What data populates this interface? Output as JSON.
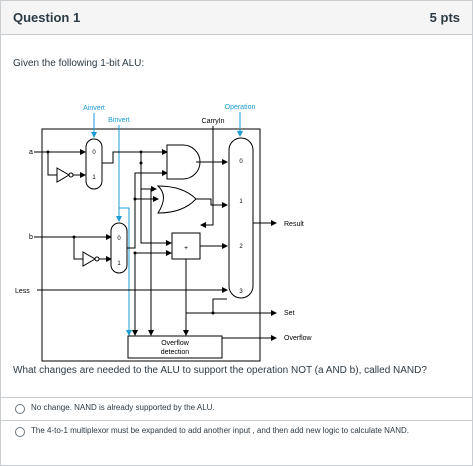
{
  "question": {
    "title": "Question 1",
    "points": "5 pts",
    "prompt": "Given the following 1-bit ALU:",
    "text": "What changes are needed to the ALU to support the operation NOT (a AND b), called NAND?"
  },
  "diagram": {
    "labels": {
      "ainvert": "Ainvert",
      "binvert": "Binvert",
      "operation": "Operation",
      "carryin": "CarryIn",
      "a": "a",
      "b": "b",
      "less": "Less",
      "result": "Result",
      "set": "Set",
      "overflow": "Overflow",
      "overflow_detection_line1": "Overflow",
      "overflow_detection_line2": "detection",
      "mux_a_0": "0",
      "mux_a_1": "1",
      "mux_b_0": "0",
      "mux_b_1": "1",
      "mux_op_0": "0",
      "mux_op_1": "1",
      "mux_op_2": "2",
      "mux_op_3": "3",
      "adder_sign": "+"
    },
    "colors": {
      "control_lines": "#1a9bd7",
      "wires": "#000000"
    }
  },
  "answers": [
    {
      "label": "No change. NAND is already supported by the ALU."
    },
    {
      "label": "The 4-to-1 multiplexor must be expanded to add another input , and then add new logic to calculate NAND."
    }
  ]
}
